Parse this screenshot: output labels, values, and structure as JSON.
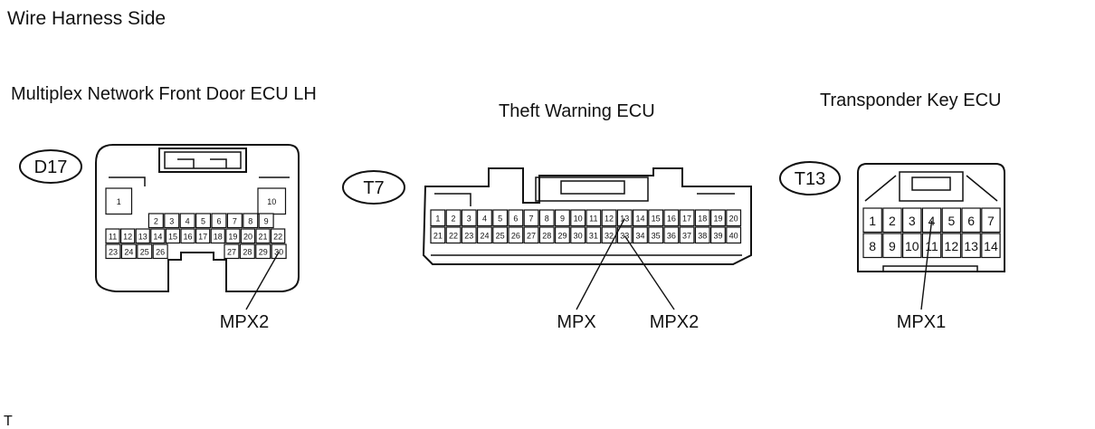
{
  "header": {
    "title": "Wire Harness Side"
  },
  "footer": {
    "mark": "T"
  },
  "connectors": [
    {
      "name": "Multiplex Network Front Door ECU LH",
      "code": "D17",
      "rows": [
        [
          "1",
          "",
          "",
          "",
          "",
          "",
          "",
          "",
          "",
          "",
          "10"
        ],
        [
          "",
          "2",
          "3",
          "4",
          "5",
          "6",
          "7",
          "8",
          "9",
          "",
          ""
        ],
        [
          "11",
          "12",
          "13",
          "14",
          "15",
          "16",
          "17",
          "18",
          "19",
          "20",
          "21",
          "22"
        ],
        [
          "23",
          "24",
          "25",
          "26",
          "",
          "",
          "",
          "",
          "27",
          "28",
          "29",
          "30"
        ]
      ],
      "callouts": [
        {
          "label": "MPX2",
          "pin": "30"
        }
      ]
    },
    {
      "name": "Theft Warning ECU",
      "code": "T7",
      "rows": [
        [
          "1",
          "2",
          "3",
          "4",
          "5",
          "6",
          "7",
          "8",
          "9",
          "10",
          "11",
          "12",
          "13",
          "14",
          "15",
          "16",
          "17",
          "18",
          "19",
          "20"
        ],
        [
          "21",
          "22",
          "23",
          "24",
          "25",
          "26",
          "27",
          "28",
          "29",
          "30",
          "31",
          "32",
          "33",
          "34",
          "35",
          "36",
          "37",
          "38",
          "39",
          "40"
        ]
      ],
      "callouts": [
        {
          "label": "MPX",
          "pin": "13"
        },
        {
          "label": "MPX2",
          "pin": "33"
        }
      ]
    },
    {
      "name": "Transponder Key ECU",
      "code": "T13",
      "rows": [
        [
          "1",
          "2",
          "3",
          "4",
          "5",
          "6",
          "7"
        ],
        [
          "8",
          "9",
          "10",
          "11",
          "12",
          "13",
          "14"
        ]
      ],
      "callouts": [
        {
          "label": "MPX1",
          "pin": "4"
        }
      ]
    }
  ]
}
